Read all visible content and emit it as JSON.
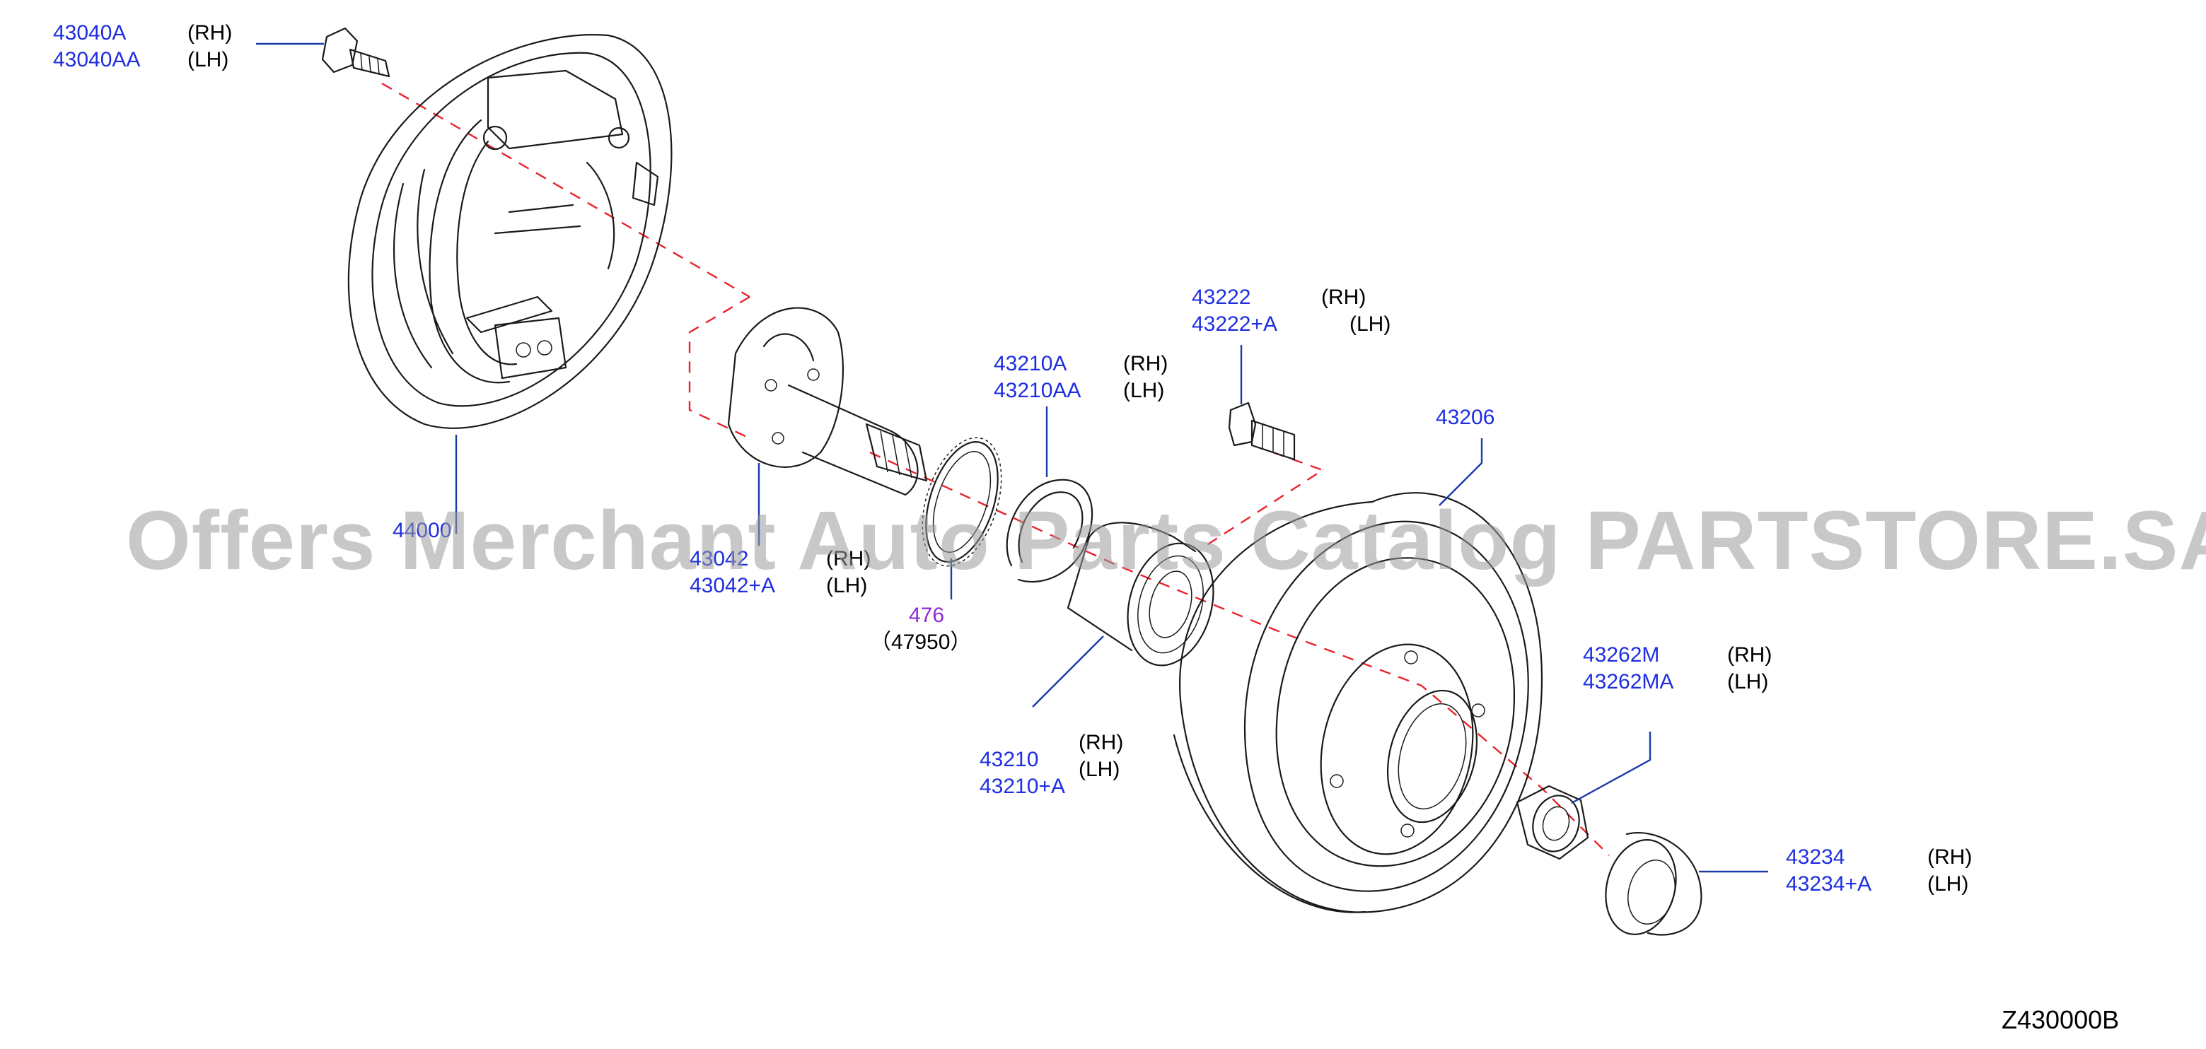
{
  "watermark": "Offers Merchant Auto Parts Catalog PARTSTORE.SA",
  "diagram_code": "Z430000B",
  "colors": {
    "part_number": "#1e2ee0",
    "part_number_alt": "#8c2ad6",
    "leader": "#1a3aa8",
    "centerline": "#e8242b"
  },
  "callouts": {
    "c43040": {
      "rh": "43040A",
      "lh": "43040AA",
      "rh_label": "(RH)",
      "lh_label": "(LH)"
    },
    "c44000": {
      "label": "44000"
    },
    "c43042": {
      "rh": "43042",
      "lh": "43042+A",
      "rh_label": "(RH)",
      "lh_label": "(LH)"
    },
    "c47600": {
      "part": "476",
      "ref": "（47950）"
    },
    "c43210a": {
      "rh": "43210A",
      "lh": "43210AA",
      "rh_label": "(RH)",
      "lh_label": "(LH)"
    },
    "c43222": {
      "rh": "43222",
      "lh": "43222+A",
      "rh_label": "(RH)",
      "lh_label": "(LH)"
    },
    "c43206": {
      "label": "43206"
    },
    "c43210": {
      "rh": "43210",
      "lh": "43210+A",
      "rh_label": "(RH)",
      "lh_label": "(LH)"
    },
    "c43262": {
      "rh": "43262M",
      "lh": "43262MA",
      "rh_label": "(RH)",
      "lh_label": "(LH)"
    },
    "c43234": {
      "rh": "43234",
      "lh": "43234+A",
      "rh_label": "(RH)",
      "lh_label": "(LH)"
    }
  }
}
